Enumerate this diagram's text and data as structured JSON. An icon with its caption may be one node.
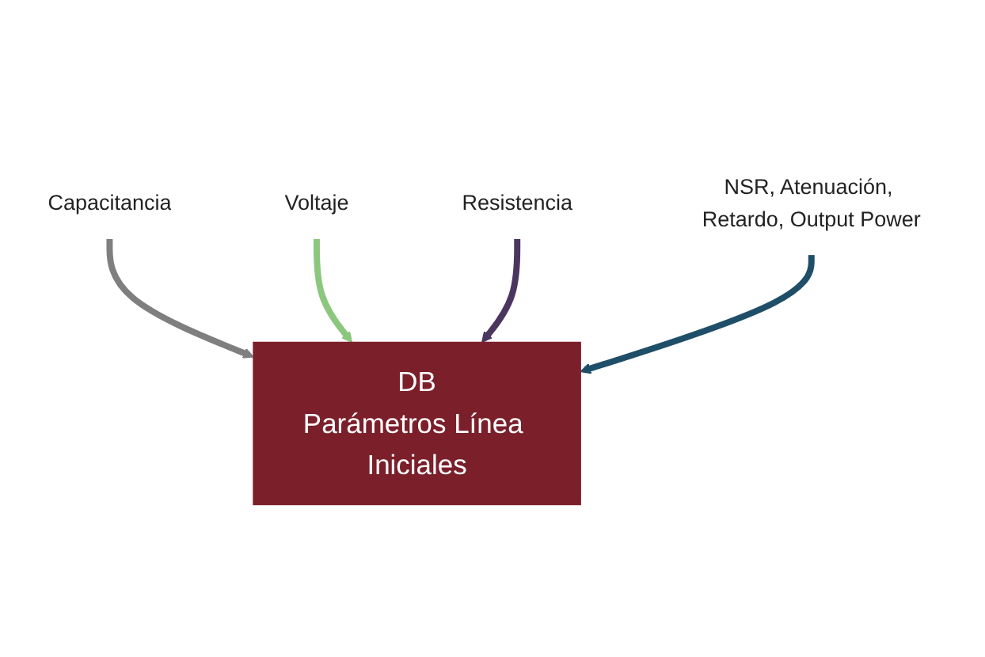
{
  "diagram": {
    "nodes": [
      {
        "text": [
          "DB",
          "Parámetros Línea Iniciales"
        ]
      },
      {
        "text": [
          "Capacitancia"
        ]
      },
      {
        "text": [
          "Voltaje"
        ]
      },
      {
        "text": [
          "Resistencia"
        ]
      },
      {
        "text": [
          "NSR, Atenuación, Retardo, Output Power"
        ]
      }
    ],
    "edges": [
      {
        "from": 1,
        "to": 0,
        "arrow": "to",
        "color": "#7f7f7f"
      },
      {
        "from": 2,
        "to": 0,
        "arrow": "to",
        "color": "#8cc77e"
      },
      {
        "from": 3,
        "to": 0,
        "arrow": "to",
        "color": "#4b3660"
      },
      {
        "from": 4,
        "to": 0,
        "arrow": "to",
        "color": "#1f4e68"
      }
    ]
  }
}
